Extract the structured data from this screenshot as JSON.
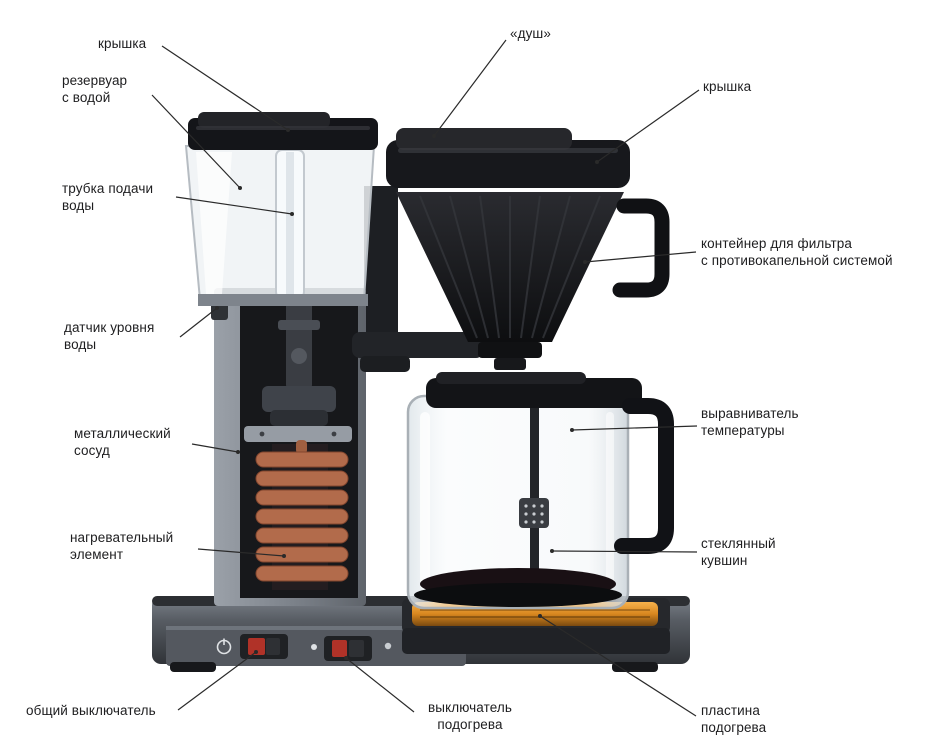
{
  "diagram": {
    "labels": {
      "lid_left": "крышка",
      "reservoir": "резервуар\nс водой",
      "water_tube": "трубка подачи\nводы",
      "shower": "«душ»",
      "lid_right": "крышка",
      "filter_container": "контейнер для фильтра\nс противокапельной системой",
      "water_sensor": "датчик уровня\nводы",
      "metal_vessel": "металлический\nсосуд",
      "temp_equalizer": "выравниватель\nтемпературы",
      "heating_element": "нагревательный\nэлемент",
      "glass_jug": "стеклянный\nкувшин",
      "main_switch": "общий выключатель",
      "heater_switch": "выключатель\nподогрева",
      "heating_plate": "пластина\nподогрева"
    },
    "colors": {
      "background": "#ffffff",
      "label_text": "#1d1d1f",
      "leader_line": "#2a2a2a",
      "copper_coil": "#b26b4b",
      "heating_plate_glow": "#e8941f",
      "switch_red": "#b03228",
      "machine_black": "#17181c",
      "machine_metal": "#7d838b"
    }
  }
}
